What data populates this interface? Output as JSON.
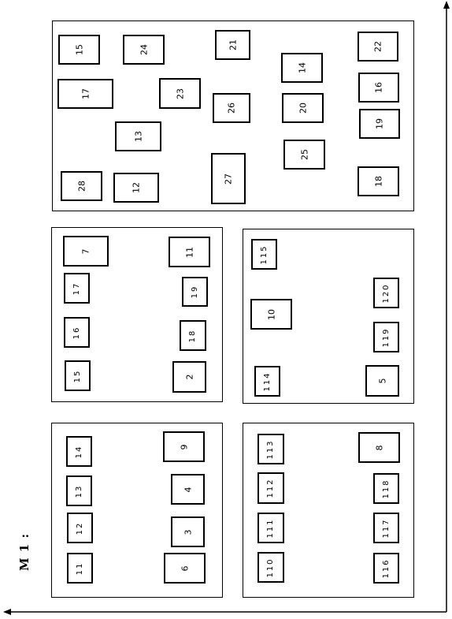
{
  "diagram": {
    "title": "M  1 :",
    "panels": [
      {
        "id": "top",
        "boxes": [
          "15",
          "24",
          "21",
          "22",
          "14",
          "17",
          "23",
          "16",
          "26",
          "20",
          "19",
          "13",
          "25",
          "27",
          "28",
          "12",
          "18"
        ]
      },
      {
        "id": "middle-left",
        "boxes": [
          "7",
          "11",
          "17",
          "19",
          "16",
          "18",
          "15",
          "2"
        ]
      },
      {
        "id": "middle-right",
        "boxes": [
          "115",
          "10",
          "120",
          "119",
          "114",
          "5"
        ]
      },
      {
        "id": "bottom-left",
        "boxes": [
          "14",
          "9",
          "13",
          "4",
          "12",
          "3",
          "11",
          "6"
        ]
      },
      {
        "id": "bottom-right",
        "boxes": [
          "113",
          "8",
          "112",
          "118",
          "111",
          "117",
          "110",
          "116"
        ]
      }
    ]
  }
}
